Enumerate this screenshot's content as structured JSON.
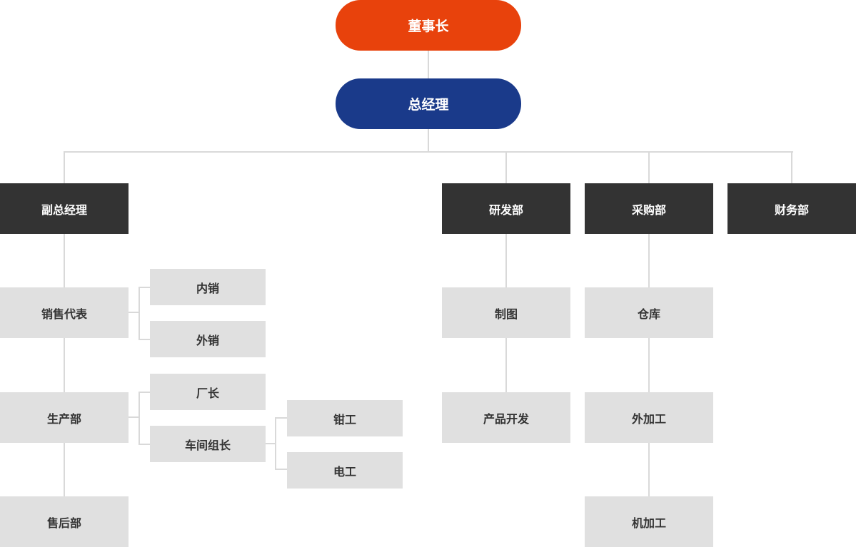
{
  "colors": {
    "chairman_bg": "#e8420c",
    "gm_bg": "#1a3a8a",
    "dept_bg": "#333333",
    "sub_bg": "#e0e0e0",
    "connector": "#d9d9d9"
  },
  "org": {
    "chairman": "董事长",
    "general_manager": "总经理",
    "departments": {
      "vice_gm": "副总经理",
      "rd": "研发部",
      "purchasing": "采购部",
      "finance": "财务部"
    },
    "vice_gm_units": {
      "sales_rep": "销售代表",
      "production": "生产部",
      "after_sales": "售后部"
    },
    "sales_children": {
      "domestic": "内销",
      "foreign": "外销"
    },
    "production_children": {
      "factory_director": "厂长",
      "workshop_leader": "车间组长"
    },
    "workshop_children": {
      "fitter": "钳工",
      "electrician": "电工"
    },
    "rd_units": {
      "drafting": "制图",
      "product_development": "产品开发"
    },
    "purchasing_units": {
      "warehouse": "仓库",
      "outsourced_processing": "外加工",
      "machining": "机加工"
    }
  }
}
